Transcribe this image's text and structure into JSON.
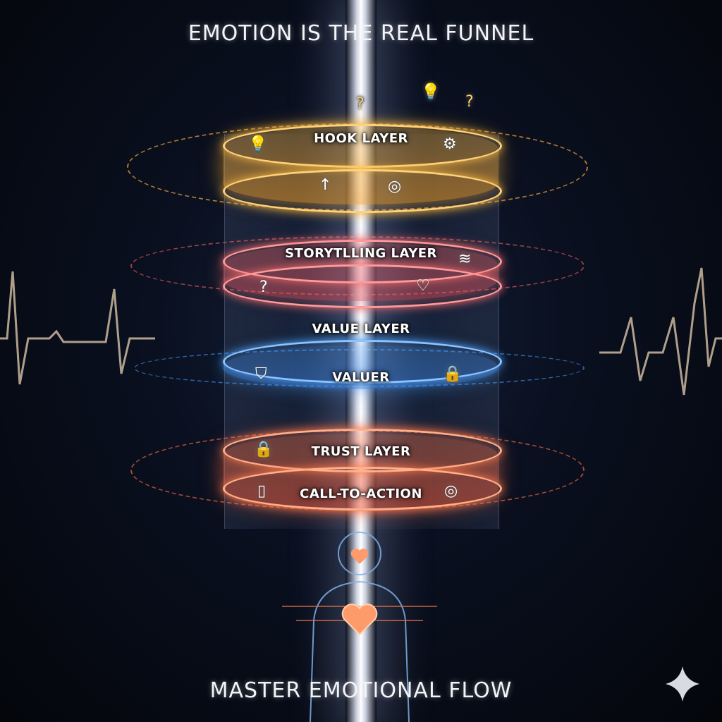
{
  "title": "EMOTION IS THE REAL FUNNEL",
  "subtitle": "MASTER EMOTIONAL FLOW",
  "layers": [
    {
      "label": "HOOK LAYER",
      "color": "#f5b642"
    },
    {
      "label": "STORYTLLING LAYER",
      "color": "#ef6b6b"
    },
    {
      "label": "VALUE LAYER",
      "color": "#4a9bf0"
    },
    {
      "label": "VALUER",
      "color": "#4a9bf0"
    },
    {
      "label": "TRUST LAYER",
      "color": "#ff7a4a"
    },
    {
      "label": "CALL-TO-ACTION",
      "color": "#ff7a4a"
    }
  ],
  "icons": {
    "question": "?",
    "lightbulb": "💡",
    "heart": "♡",
    "waves": "≋",
    "shield": "⛉",
    "lock": "🔒",
    "target": "◎",
    "door": "▯",
    "gear": "⚙",
    "arrow_up": "↑"
  }
}
